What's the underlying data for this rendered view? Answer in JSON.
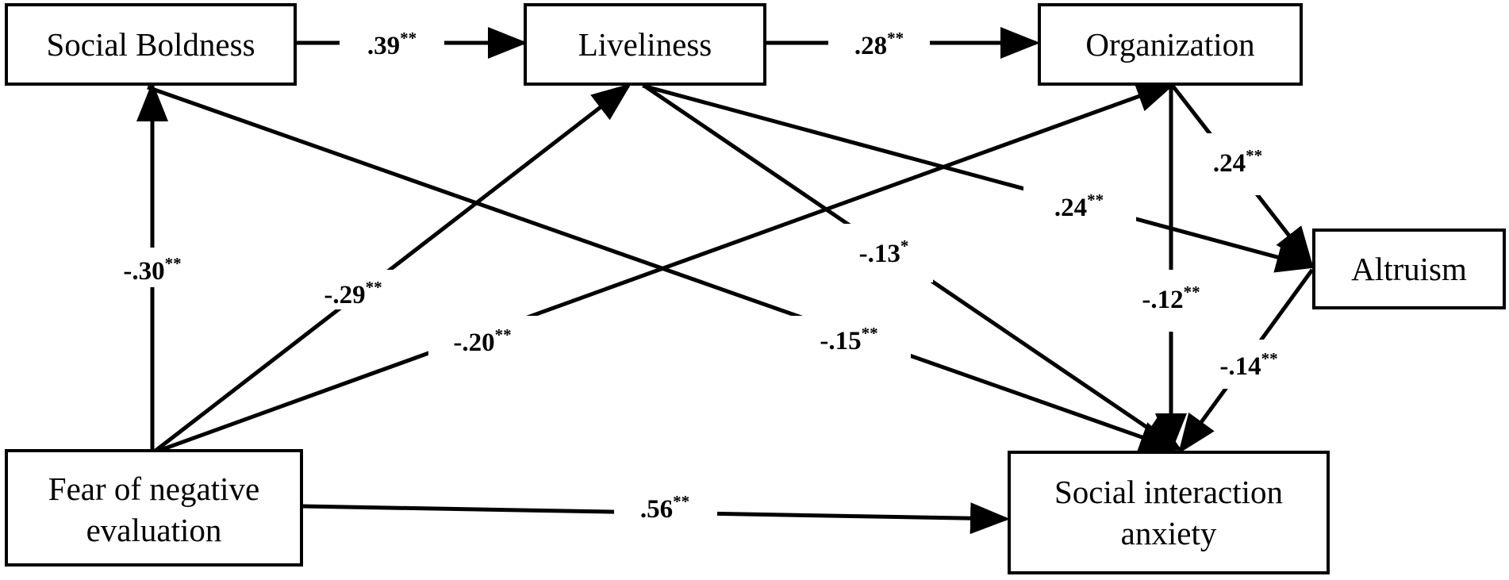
{
  "nodes": {
    "social_boldness": {
      "label": "Social Boldness"
    },
    "liveliness": {
      "label": "Liveliness"
    },
    "organization": {
      "label": "Organization"
    },
    "altruism": {
      "label": "Altruism"
    },
    "fear_of_negative_evaluation": {
      "line1": "Fear of negative",
      "line2": "evaluation"
    },
    "social_interaction_anxiety": {
      "line1": "Social interaction",
      "line2": "anxiety"
    }
  },
  "edges": {
    "boldness_to_liveliness": {
      "coef": ".39",
      "sig": "**"
    },
    "liveliness_to_organization": {
      "coef": ".28",
      "sig": "**"
    },
    "fear_to_boldness": {
      "coef": "-.30",
      "sig": "**"
    },
    "fear_to_liveliness": {
      "coef": "-.29",
      "sig": "**"
    },
    "fear_to_organization": {
      "coef": "-.20",
      "sig": "**"
    },
    "boldness_to_anxiety": {
      "coef": "-.15",
      "sig": "**"
    },
    "liveliness_to_altruism": {
      "coef": ".24",
      "sig": "**"
    },
    "liveliness_to_anxiety": {
      "coef": "-.13",
      "sig": "*"
    },
    "organization_to_altruism": {
      "coef": ".24",
      "sig": "**"
    },
    "organization_to_anxiety": {
      "coef": "-.12",
      "sig": "**"
    },
    "altruism_to_anxiety": {
      "coef": "-.14",
      "sig": "**"
    },
    "fear_to_anxiety": {
      "coef": ".56",
      "sig": "**"
    }
  }
}
